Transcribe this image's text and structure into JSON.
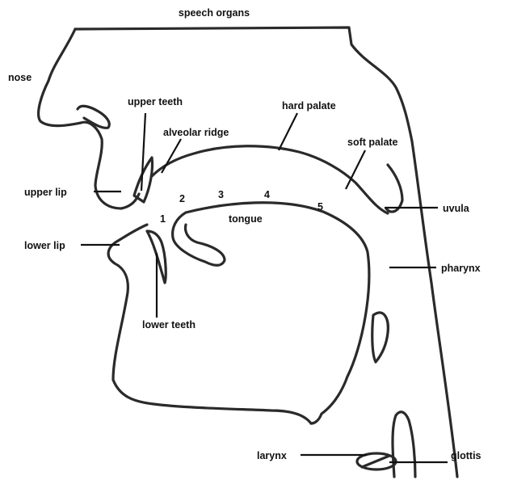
{
  "title": "speech organs",
  "labels": {
    "nose": "nose",
    "upper_teeth": "upper teeth",
    "alveolar_ridge": "alveolar ridge",
    "hard_palate": "hard palate",
    "soft_palate": "soft palate",
    "upper_lip": "upper lip",
    "uvula": "uvula",
    "tongue": "tongue",
    "lower_lip": "lower lip",
    "pharynx": "pharynx",
    "lower_teeth": "lower teeth",
    "larynx": "larynx",
    "glottis": "glottis"
  },
  "tongue_positions": [
    "1",
    "2",
    "3",
    "4",
    "5"
  ]
}
